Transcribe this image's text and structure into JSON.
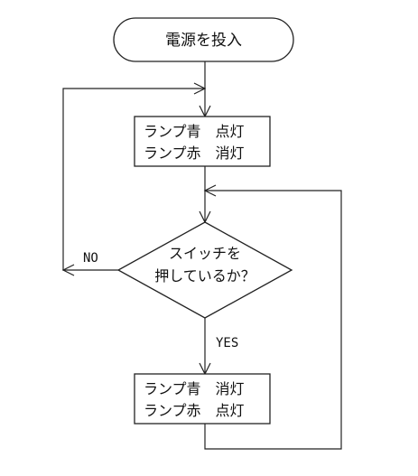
{
  "flowchart": {
    "start_label": "電源を投入",
    "process1": {
      "line1": "ランプ青　点灯",
      "line2": "ランプ赤　消灯"
    },
    "decision": {
      "line1": "スイッチを",
      "line2": "押しているか？"
    },
    "no_label": "NO",
    "yes_label": "YES",
    "process2": {
      "line1": "ランプ青　消灯",
      "line2": "ランプ赤　点灯"
    }
  }
}
